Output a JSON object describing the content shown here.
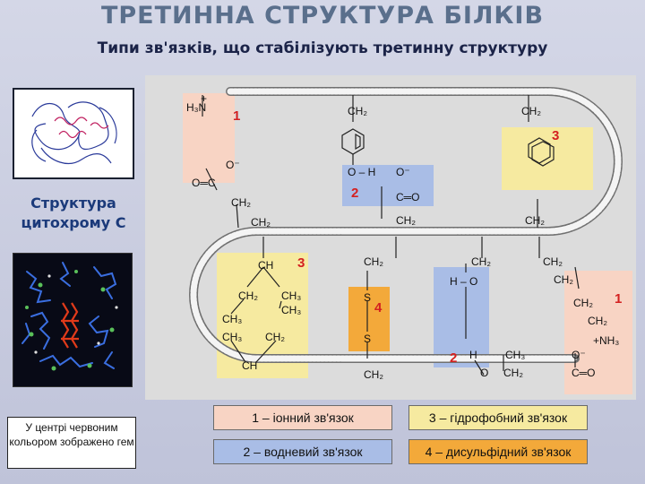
{
  "header": {
    "title": "ТРЕТИННА СТРУКТУРА БІЛКІВ",
    "subtitle": "Типи зв'язків, що стабілізують третинну структуру"
  },
  "sidebar": {
    "structure_label": "Структура цитохрому С",
    "note": "У центрі червоним кольором зображено гем"
  },
  "legend": {
    "ionic": "1 – іонний зв'язок",
    "hydrogen": "2 – водневий зв'язок",
    "hydrophobic": "3 – гідрофобний зв'язок",
    "disulfide": "4 – дисульфідний зв'язок"
  },
  "diagram": {
    "markers": {
      "ionic_a": "1",
      "ionic_b": "1",
      "hydrogen_a": "2",
      "hydrogen_b": "2",
      "hydrophobic_a": "3",
      "hydrophobic_b": "3",
      "disulfide": "4"
    },
    "labels": {
      "h3n": "H₃N",
      "plus_top": "+",
      "ch2": "CH₂",
      "ch3": "CH₃",
      "ch": "CH",
      "o_minus": "O⁻",
      "oc": "O═C",
      "oh": "O – H",
      "co": "C═O",
      "s": "S",
      "h": "H",
      "ho": "H – O",
      "o": "O",
      "nh3": "+NH₃"
    }
  },
  "colors": {
    "ionic": "#f8d4c4",
    "hydrogen": "#a9bde6",
    "hydrophobic": "#f6eaa0",
    "disulfide": "#f3a93a",
    "marker": "#d42020"
  }
}
